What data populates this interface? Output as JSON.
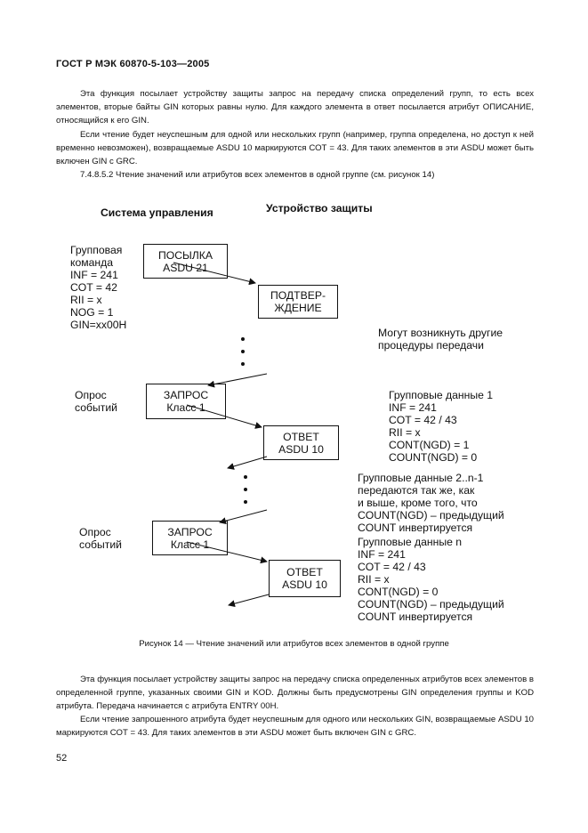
{
  "header": "ГОСТ Р МЭК 60870-5-103—2005",
  "paragraphs_top": [
    "Эта функция посылает устройству защиты запрос на передачу списка определений групп, то есть всех элементов, вторые байты GIN которых равны нулю. Для каждого элемента в ответ посылается атрибут ОПИСАНИЕ, относящийся к его GIN.",
    "Если чтение будет неуспешным для одной или нескольких групп (например, группа определена, но доступ к ней временно невозможен), возвращаемые ASDU 10 маркируются СОТ = 43. Для таких элементов в эти ASDU может быть включен GIN с GRC.",
    "7.4.8.5.2 Чтение значений или атрибутов всех элементов в одной группе (см. рисунок 14)"
  ],
  "figure": {
    "col_left": "Система управления",
    "col_right": "Устройство защиты",
    "left_block_1": [
      "Групповая",
      "команда",
      "INF = 241",
      "COT = 42",
      "RII = x",
      "NOG = 1",
      "GIN=xx00H"
    ],
    "box_send": [
      "ПОСЫЛКА",
      "ASDU 21"
    ],
    "box_confirm": [
      "ПОДТВЕР-",
      "ЖДЕНИЕ"
    ],
    "note_other": [
      "Могут возникнуть другие",
      "процедуры передачи"
    ],
    "poll_label_1": [
      "Опрос",
      "событий"
    ],
    "box_request_1": [
      "ЗАПРОС",
      "Класс 1"
    ],
    "group_data_1": [
      "Групповые данные 1",
      "INF = 241",
      "COT = 42 / 43",
      "RII = x",
      "CONT(NGD) = 1",
      "COUNT(NGD) = 0"
    ],
    "box_answer_1": [
      "ОТВЕТ",
      "ASDU 10"
    ],
    "group_data_mid": [
      "Групповые данные 2..n-1",
      "передаются так же, как",
      "и выше, кроме того, что",
      "COUNT(NGD)  – предыдущий",
      "COUNT инвертируется"
    ],
    "poll_label_2": [
      "Опрос",
      "событий"
    ],
    "box_request_2": [
      "ЗАПРОС",
      "Класс 1"
    ],
    "group_data_n": [
      "Групповые данные n",
      "INF = 241",
      "COT = 42 / 43",
      "RII = x",
      "CONT(NGD) = 0",
      "COUNT(NGD)  – предыдущий",
      "COUNT инвертируется"
    ],
    "box_answer_2": [
      "ОТВЕТ",
      "ASDU 10"
    ]
  },
  "caption": "Рисунок 14 — Чтение значений или атрибутов всех элементов в одной группе",
  "paragraphs_bottom": [
    "Эта функция посылает устройству защиты запрос на передачу списка определенных атрибутов всех элементов в определенной группе, указанных своими GIN и KOD. Должны быть предусмотрены GIN определения группы и KOD атрибута. Передача начинается с атрибута ENTRY 00H.",
    "Если чтение запрошенного атрибута будет неуспешным для одного или нескольких GIN, возвращаемые ASDU 10 маркируются СОТ = 43. Для таких элементов в эти ASDU может быть включен GIN с GRC."
  ],
  "page_number": "52"
}
